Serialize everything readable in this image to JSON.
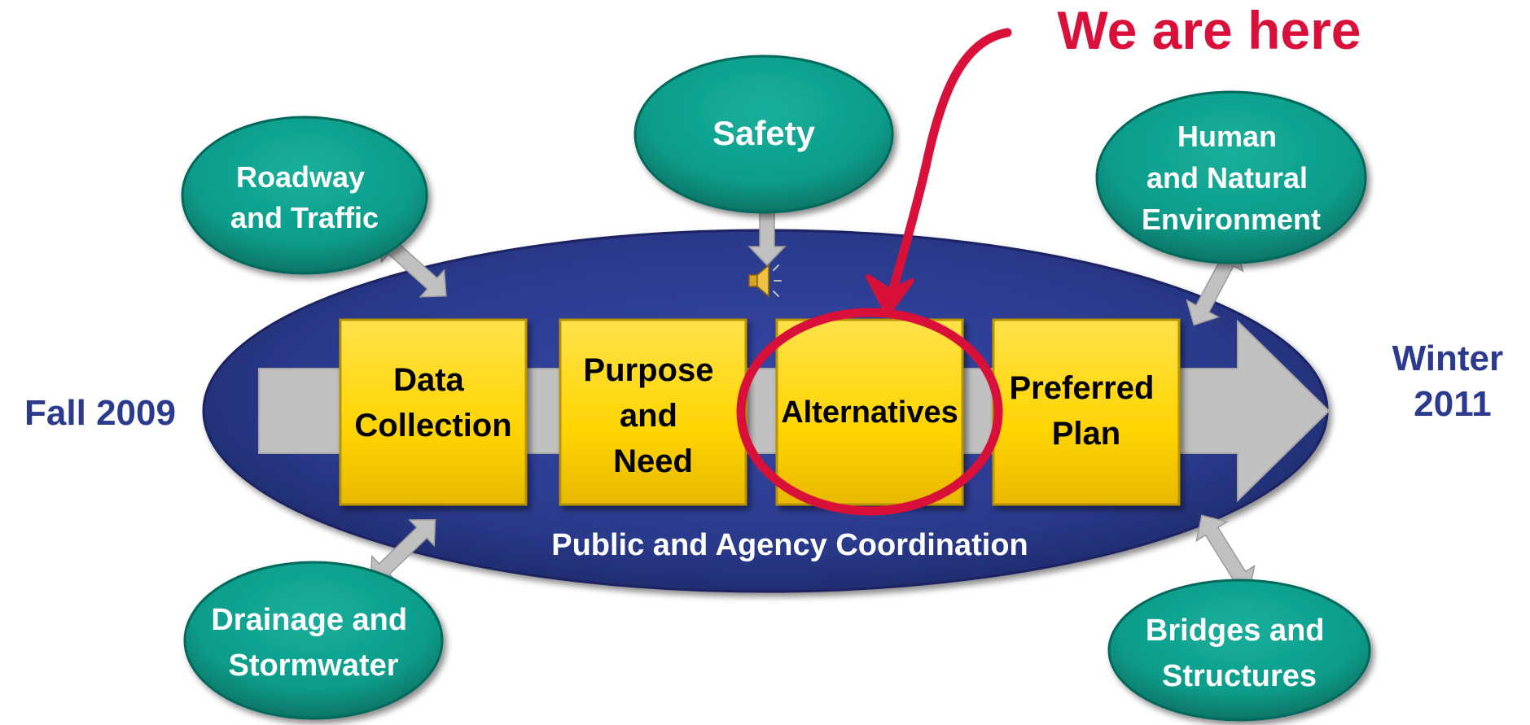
{
  "start_label": "Fall 2009",
  "end_label_line1": "Winter",
  "end_label_line2": "2011",
  "callout": "We are here",
  "coordination_label": "Public and Agency Coordination",
  "steps": [
    {
      "lines": [
        "Data",
        "Collection"
      ]
    },
    {
      "lines": [
        "Purpose",
        "and",
        "Need"
      ]
    },
    {
      "lines": [
        "Alternatives"
      ]
    },
    {
      "lines": [
        "Preferred",
        "Plan"
      ]
    }
  ],
  "topics": [
    {
      "lines": [
        "Roadway",
        "and Traffic"
      ]
    },
    {
      "lines": [
        "Safety"
      ]
    },
    {
      "lines": [
        "Human",
        "and Natural",
        "Environment"
      ]
    },
    {
      "lines": [
        "Drainage and",
        "Stormwater"
      ]
    },
    {
      "lines": [
        "Bridges and",
        "Structures"
      ]
    }
  ],
  "speaker_icon": "speaker-icon",
  "colors": {
    "ellipse": "#2b3a8c",
    "step_box": "#ffd400",
    "topic_bubble": "#0d9c8a",
    "arrow": "#c0c0c0",
    "callout": "#d8103a",
    "label_text": "#2b3a8c"
  }
}
